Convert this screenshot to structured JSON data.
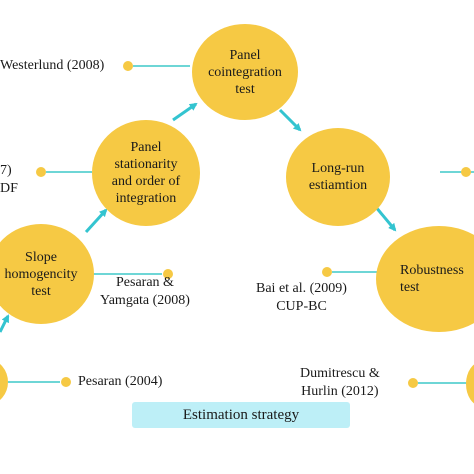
{
  "colors": {
    "node_fill": "#F6C944",
    "dot_fill": "#F6C944",
    "connector": "#3FC8C8",
    "arrow": "#33C4D0",
    "caption_bg": "#BDEFF7"
  },
  "nodes": {
    "panel_cointegration": "Panel\ncointegration\ntest",
    "panel_stationarity": "Panel\nstationarity\nand order of\nintegration",
    "slope_homogeneity": "Slope\nhomogencity\ntest",
    "long_run": "Long-run\nestiamtion",
    "robustness": "Robustness\ntest"
  },
  "references": {
    "westerlund": "Westerlund (2008)",
    "left_partial_top": "7)",
    "left_partial_bottom": "DF",
    "pesaran_yamgata": "Pesaran &\nYamgata (2008)",
    "pesaran_2004": "Pesaran (2004)",
    "bai": "Bai et al. (2009)\nCUP-BC",
    "dumitrescu": "Dumitrescu &\nHurlin (2012)"
  },
  "caption": "Estimation strategy"
}
